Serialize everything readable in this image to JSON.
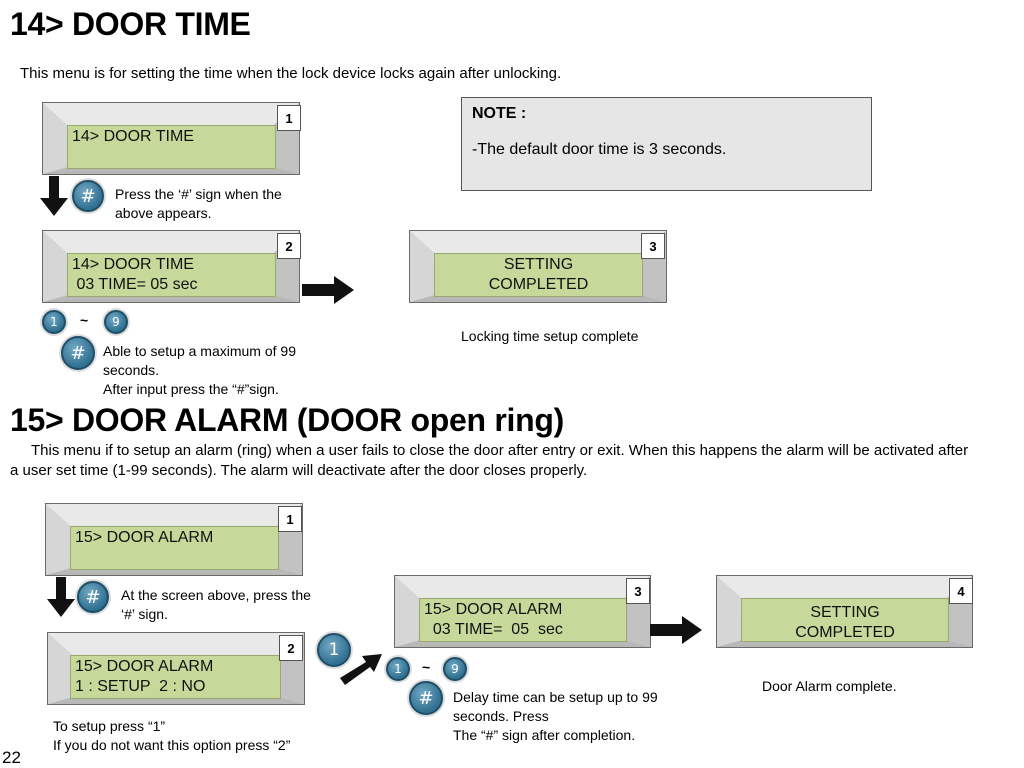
{
  "section14": {
    "title": "14> DOOR TIME",
    "intro": "This menu is for setting the time when the lock device locks again after unlocking.",
    "screens": [
      {
        "num": "1",
        "lines": "14> DOOR TIME"
      },
      {
        "num": "2",
        "lines": "14> DOOR TIME\n 03 TIME= 05 sec"
      },
      {
        "num": "3",
        "lines": "SETTING\nCOMPLETED"
      }
    ],
    "step1_text": "Press the ‘#’ sign when the above appears.",
    "step2_text_line1": "Able to setup a maximum of 99 seconds.",
    "step2_text_line2": "After input press the “#”sign.",
    "step3_caption": "Locking time setup complete",
    "note_title": "NOTE :",
    "note_text": "-The default door time is 3 seconds."
  },
  "section15": {
    "title": "15> DOOR ALARM (DOOR open ring)",
    "intro": "This menu if to setup an alarm (ring) when a user fails to close the door after entry or exit. When this happens the alarm will be activated after a user set time (1-99 seconds). The alarm will deactivate after the door closes properly.",
    "screens": [
      {
        "num": "1",
        "lines": "15> DOOR ALARM"
      },
      {
        "num": "2",
        "lines": "15> DOOR ALARM\n1 : SETUP  2 : NO"
      },
      {
        "num": "3",
        "lines": "15> DOOR ALARM\n  03 TIME=  05  sec"
      },
      {
        "num": "4",
        "lines": "SETTING\nCOMPLETED"
      }
    ],
    "step1_text": "At the screen above, press the ‘#’ sign.",
    "step2_text_line1": "To setup press “1”",
    "step2_text_line2": "If you do not want this option press “2”",
    "step3_text_line1": "Delay time can be setup up to 99 seconds. Press",
    "step3_text_line2": "The “#” sign after completion.",
    "step4_caption": "Door Alarm complete."
  },
  "keys": {
    "hash": "#",
    "one": "1",
    "nine": "9",
    "tilde": "~"
  },
  "page_number": "22",
  "colors": {
    "lcd_screen": "#c6d99a",
    "key_blue": "#2f6f90",
    "note_bg": "#e6e6e6"
  }
}
